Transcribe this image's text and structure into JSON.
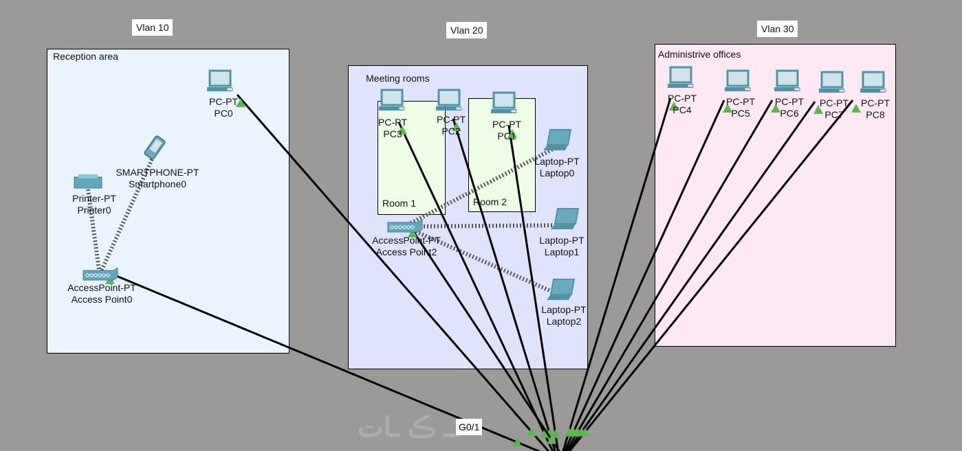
{
  "vlans": [
    {
      "label": "Vlan 10"
    },
    {
      "label": "Vlan 20"
    },
    {
      "label": "Vlan 30"
    }
  ],
  "zones": {
    "reception": {
      "title": "Reception area",
      "color": "#eaf4fe"
    },
    "meeting": {
      "title": "Meeting rooms",
      "color": "#dfe3fd"
    },
    "room1": {
      "title": "Room 1",
      "color": "#eefee6"
    },
    "room2": {
      "title": "Room 2",
      "color": "#eefee6"
    },
    "admin": {
      "title": "Administrive offices",
      "color": "#fde8f4"
    }
  },
  "devices": [
    {
      "type": "pc",
      "model": "PC-PT",
      "name": "PC0",
      "link": "wired"
    },
    {
      "type": "phone",
      "model": "SMARTPHONE-PT",
      "name": "Smartphone0",
      "link": "wireless"
    },
    {
      "type": "printer",
      "model": "Printer-PT",
      "name": "Printer0",
      "link": "wireless"
    },
    {
      "type": "ap",
      "model": "AccessPoint-PT",
      "name": "Access Point0",
      "link": "wired"
    },
    {
      "type": "pc",
      "model": "PC-PT",
      "name": "PC3",
      "link": "wired"
    },
    {
      "type": "pc",
      "model": "PC-PT",
      "name": "PC2",
      "link": "wired"
    },
    {
      "type": "pc",
      "model": "PC-PT",
      "name": "PC1",
      "link": "wired"
    },
    {
      "type": "laptop",
      "model": "Laptop-PT",
      "name": "Laptop0",
      "link": "wireless"
    },
    {
      "type": "ap",
      "model": "AccessPoint-PT",
      "name": "Access Point2",
      "link": "wired"
    },
    {
      "type": "laptop",
      "model": "Laptop-PT",
      "name": "Laptop1",
      "link": "wireless"
    },
    {
      "type": "laptop",
      "model": "Laptop-PT",
      "name": "Laptop2",
      "link": "wireless"
    },
    {
      "type": "pc",
      "model": "PC-PT",
      "name": "PC4",
      "link": "wired"
    },
    {
      "type": "pc",
      "model": "PC-PT",
      "name": "PC5",
      "link": "wired"
    },
    {
      "type": "pc",
      "model": "PC-PT",
      "name": "PC6",
      "link": "wired"
    },
    {
      "type": "pc",
      "model": "PC-PT",
      "name": "PC7",
      "link": "wired"
    },
    {
      "type": "pc",
      "model": "PC-PT",
      "name": "PC8",
      "link": "wired"
    }
  ],
  "port_label": "G0/1",
  "colors": {
    "background": "#9b9a99",
    "link_up": "#5cb84a",
    "device": "#4e94a8"
  }
}
